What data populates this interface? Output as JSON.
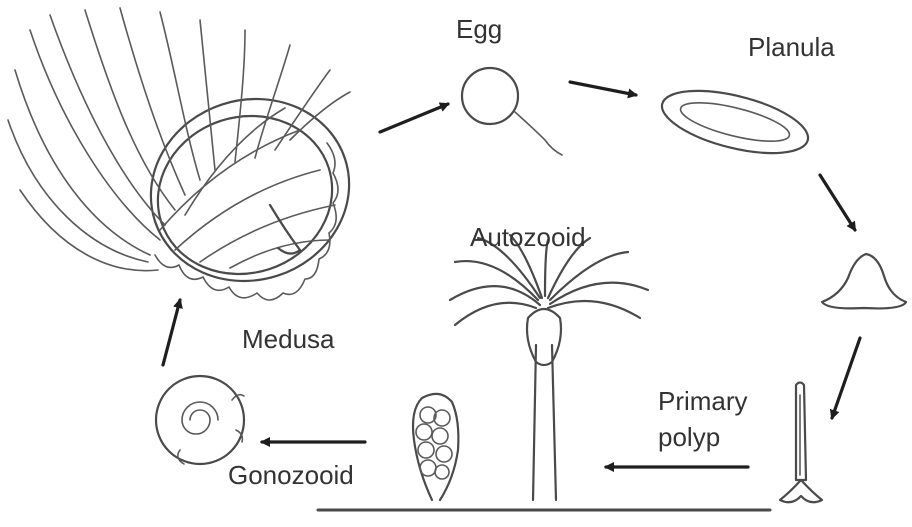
{
  "labels": {
    "egg": "Egg",
    "planula": "Planula",
    "autozooid": "Autozooid",
    "medusa": "Medusa",
    "primary_polyp_line1": "Primary",
    "primary_polyp_line2": "polyp",
    "gonozooid": "Gonozooid"
  },
  "colors": {
    "ink": "#4a4a4a",
    "arrow": "#1e1e1e",
    "background": "#ffffff"
  }
}
